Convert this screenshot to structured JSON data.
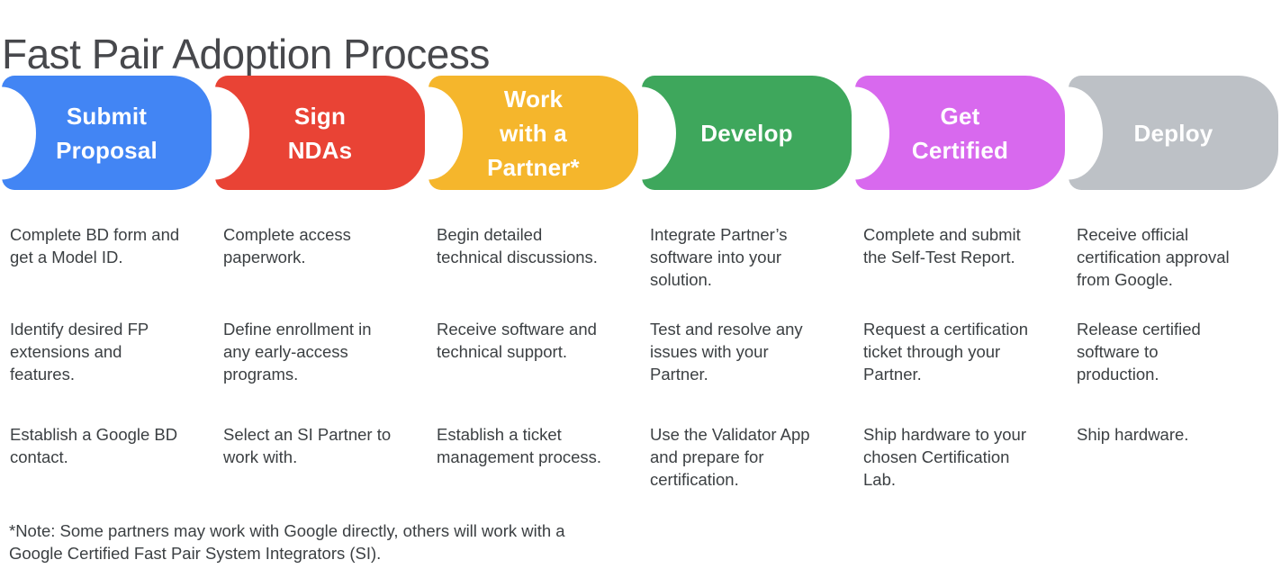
{
  "title": "Fast Pair Adoption Process",
  "note": "*Note: Some partners may work with Google directly, others will work with a\nGoogle Certified Fast Pair System Integrators (SI).",
  "colors": {
    "blue": "#4285F4",
    "red": "#E94335",
    "yellow": "#F5B62C",
    "green": "#3EA75C",
    "magenta": "#D869EE",
    "gray": "#BDC1C6",
    "title_text": "#47484C",
    "body_text": "#3C4043",
    "stage_label_text": "#FFFFFF"
  },
  "stages": [
    {
      "label": "Submit\nProposal",
      "color": "#4285F4",
      "steps": [
        "Complete BD form and\nget a Model ID.",
        "Identify desired FP\nextensions and\nfeatures.",
        "Establish a Google BD\ncontact."
      ]
    },
    {
      "label": "Sign\nNDAs",
      "color": "#E94335",
      "steps": [
        "Complete access\npaperwork.",
        "Define enrollment in\nany early-access\nprograms.",
        "Select an SI Partner to\nwork with."
      ]
    },
    {
      "label": "Work\nwith a\nPartner*",
      "color": "#F5B62C",
      "steps": [
        "Begin detailed\ntechnical discussions.",
        "Receive software and\ntechnical support.",
        "Establish a ticket\nmanagement process."
      ]
    },
    {
      "label": "Develop",
      "color": "#3EA75C",
      "steps": [
        "Integrate Partner’s\nsoftware into your\nsolution.",
        "Test and resolve any\nissues with your\nPartner.",
        "Use the Validator App\nand prepare for\ncertification."
      ]
    },
    {
      "label": "Get\nCertified",
      "color": "#D869EE",
      "steps": [
        "Complete and submit\nthe Self-Test Report.",
        "Request a certification\nticket through your\nPartner.",
        "Ship hardware to your\nchosen Certification\nLab."
      ]
    },
    {
      "label": "Deploy",
      "color": "#BDC1C6",
      "steps": [
        "Receive official\ncertification approval\nfrom Google.",
        "Release certified\nsoftware to\nproduction.",
        "Ship hardware."
      ]
    }
  ]
}
